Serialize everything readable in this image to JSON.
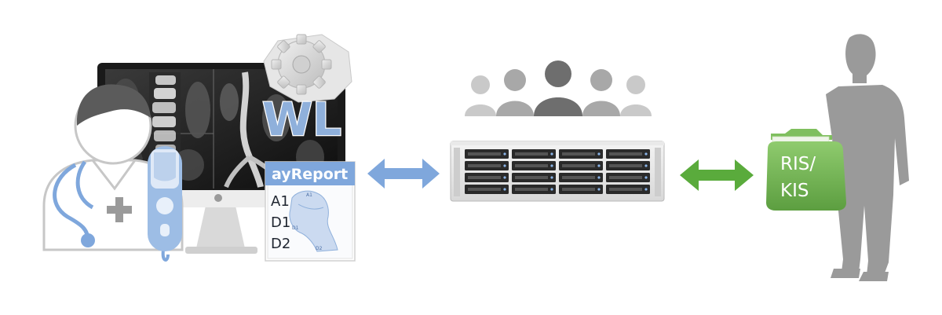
{
  "worklist": {
    "label": "WL"
  },
  "report": {
    "title": "ayReport",
    "rows": [
      "A1",
      "D1",
      "D2"
    ],
    "diagram_marks": [
      "A1",
      "D1",
      "D2"
    ]
  },
  "folder": {
    "line1": "RIS/",
    "line2": "KIS"
  },
  "colors": {
    "accent_blue": "#8fb0db",
    "arrow_blue": "#7fa7dc",
    "arrow_green": "#5aab3c",
    "folder_green": "#76b85a",
    "silhouette_grey": "#9a9a9a"
  },
  "icons": [
    "doctor-icon",
    "dictation-microphone-icon",
    "monitor-icon",
    "gear-icon",
    "report-icon",
    "bidirectional-arrow-icon",
    "users-group-icon",
    "server-rack-icon",
    "folder-icon",
    "person-silhouette-icon"
  ]
}
